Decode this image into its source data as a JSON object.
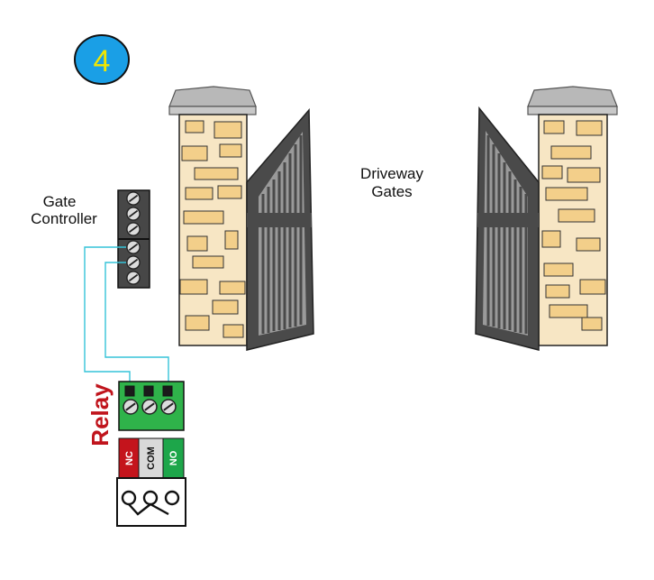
{
  "step": {
    "number": "4",
    "circle_color": "#1a9fe6",
    "number_color": "#f2e600"
  },
  "labels": {
    "gate_controller_line1": "Gate",
    "gate_controller_line2": "Controller",
    "driveway_line1": "Driveway",
    "driveway_line2": "Gates",
    "relay": "Relay"
  },
  "relay": {
    "terminals": [
      {
        "label": "NC",
        "color": "#c4141c"
      },
      {
        "label": "COM",
        "color": "#d9d9d9"
      },
      {
        "label": "NO",
        "color": "#1da64a"
      }
    ],
    "body_color": "#2fb34a",
    "label_color": "#c0141c"
  },
  "colors": {
    "wire": "#35c3d8",
    "stone": "#f7e6c4",
    "stone_block": "#f3cf8a",
    "gate": "#4a4a4a",
    "pillar_cap": "#b8b8b8",
    "terminal_strip": "#474747"
  },
  "icons": {
    "terminal_screw": "screw-icon",
    "relay_symbol": "switch-contacts-icon"
  }
}
